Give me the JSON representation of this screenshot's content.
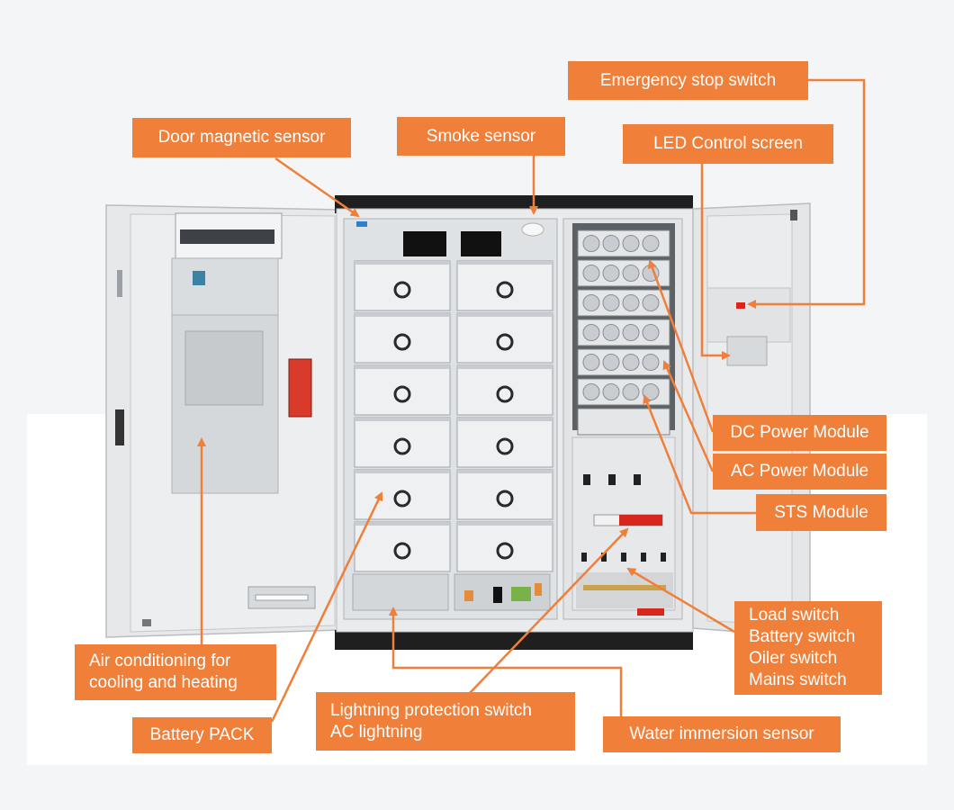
{
  "labels": {
    "emergency_stop": "Emergency stop switch",
    "door_magnetic": "Door magnetic sensor",
    "smoke_sensor": "Smoke sensor",
    "led_control": "LED Control screen",
    "dc_power": "DC Power Module",
    "ac_power": "AC Power Module",
    "sts_module": "STS Module",
    "load_switches": [
      "Load switch",
      "Battery switch",
      "Oiler switch",
      "Mains switch"
    ],
    "air_conditioning": [
      "Air conditioning for",
      "cooling and heating"
    ],
    "battery_pack": "Battery PACK",
    "lightning": [
      "Lightning protection switch",
      "AC lightning"
    ],
    "water_immersion": "Water immersion sensor"
  },
  "colors": {
    "accent": "#f07f3a",
    "label_text": "#ffffff",
    "cabinet": "#e2e5e7",
    "cabinet_dark": "#1f1f1f"
  }
}
